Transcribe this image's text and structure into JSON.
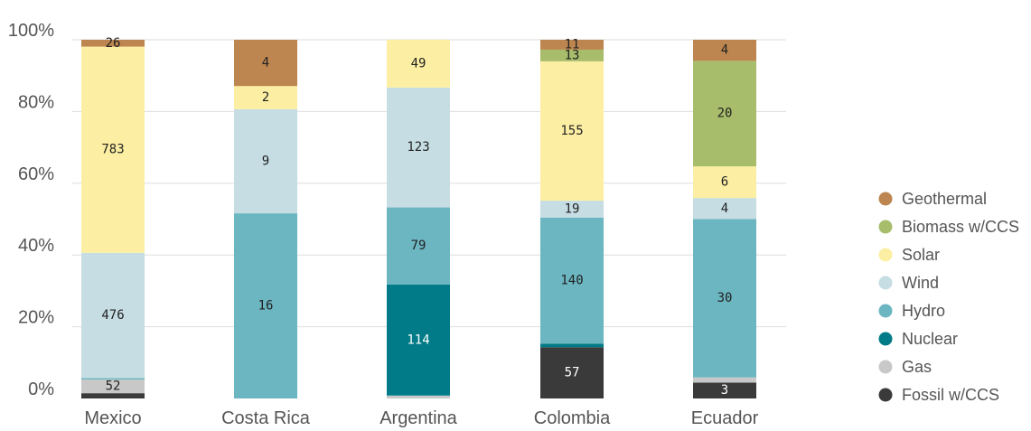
{
  "colors": {
    "Geothermal": "#bd8650",
    "Biomass w/CCS": "#a7bd6b",
    "Solar": "#fcefa3",
    "Wind": "#c5dde3",
    "Hydro": "#6bb6c1",
    "Nuclear": "#007b87",
    "Gas": "#c8c8c8",
    "Fossil w/CCS": "#3a3a3a"
  },
  "chart_data": {
    "type": "bar",
    "stacked": "percent",
    "categories": [
      "Mexico",
      "Costa Rica",
      "Argentina",
      "Colombia",
      "Ecuador"
    ],
    "y_ticks": [
      "0%",
      "20%",
      "40%",
      "60%",
      "80%",
      "100%"
    ],
    "ylim": [
      0,
      100
    ],
    "grid": true,
    "legend_position": "right",
    "series": [
      {
        "name": "Fossil w/CCS",
        "values": [
          20,
          0,
          0,
          57,
          3
        ],
        "labels": [
          "",
          "",
          "",
          "57",
          "3"
        ]
      },
      {
        "name": "Gas",
        "values": [
          52,
          0,
          3,
          0,
          1
        ],
        "labels": [
          "52",
          "",
          "",
          "",
          ""
        ]
      },
      {
        "name": "Nuclear",
        "values": [
          0,
          0,
          114,
          4,
          0
        ],
        "labels": [
          "",
          "",
          "114",
          "",
          ""
        ]
      },
      {
        "name": "Hydro",
        "values": [
          5,
          16,
          79,
          140,
          30
        ],
        "labels": [
          "",
          "16",
          "79",
          "140",
          "30"
        ]
      },
      {
        "name": "Wind",
        "values": [
          476,
          9,
          123,
          19,
          4
        ],
        "labels": [
          "476",
          "9",
          "123",
          "19",
          "4"
        ]
      },
      {
        "name": "Solar",
        "values": [
          783,
          2,
          49,
          155,
          6
        ],
        "labels": [
          "783",
          "2",
          "49",
          "155",
          "6"
        ]
      },
      {
        "name": "Biomass w/CCS",
        "values": [
          0,
          0,
          0,
          13,
          20
        ],
        "labels": [
          "",
          "",
          "",
          "13",
          "20"
        ]
      },
      {
        "name": "Geothermal",
        "values": [
          26,
          4,
          0,
          11,
          4
        ],
        "labels": [
          "26",
          "4",
          "",
          "11",
          "4"
        ]
      }
    ],
    "legend_order": [
      "Geothermal",
      "Biomass w/CCS",
      "Solar",
      "Wind",
      "Hydro",
      "Nuclear",
      "Gas",
      "Fossil w/CCS"
    ]
  }
}
